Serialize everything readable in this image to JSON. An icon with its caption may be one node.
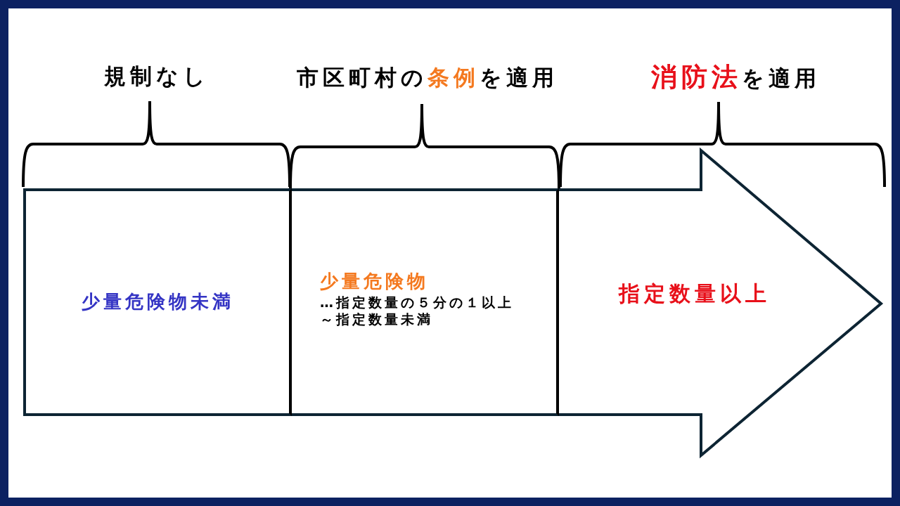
{
  "diagram": {
    "nodes": [
      {
        "text": [
          "少量危険物未満"
        ]
      },
      {
        "text": [
          "少量危険物",
          "…指定数量の５分の１以上",
          "～指定数量未満"
        ]
      },
      {
        "text": [
          "指定数量以上"
        ]
      }
    ],
    "labels": [
      "規制なし",
      "市区町村の**条例**を適用",
      "**消防法**を適用"
    ]
  }
}
